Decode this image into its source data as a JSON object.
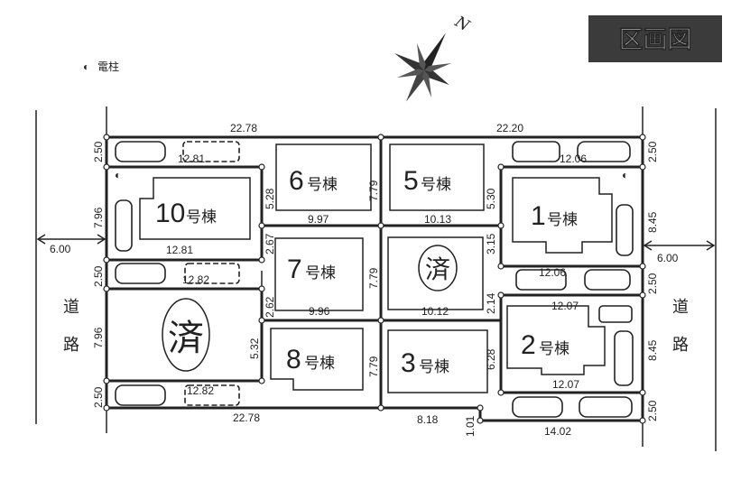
{
  "title": "区画図",
  "legend": {
    "symbol": "◐",
    "label": "電柱"
  },
  "compass": {
    "label": "N"
  },
  "road": {
    "left": [
      "道",
      "路"
    ],
    "right": [
      "道",
      "路"
    ]
  },
  "buildings": {
    "b1": {
      "num": "1",
      "suffix": "号棟"
    },
    "b2": {
      "num": "2",
      "suffix": "号棟"
    },
    "b3": {
      "num": "3",
      "suffix": "号棟"
    },
    "b5": {
      "num": "5",
      "suffix": "号棟"
    },
    "b6": {
      "num": "6",
      "suffix": "号棟"
    },
    "b7": {
      "num": "7",
      "suffix": "号棟"
    },
    "b8": {
      "num": "8",
      "suffix": "号棟"
    },
    "b10": {
      "num": "10",
      "suffix": "号棟"
    }
  },
  "sold_mark": "済",
  "dims": [
    "22.78",
    "22.20",
    "2.50",
    "12.81",
    "12.06",
    "2.50",
    "7.79",
    "5.28",
    "5.30",
    "7.96",
    "8.45",
    "9.97",
    "10.13",
    "12.81",
    "6.00",
    "6.00",
    "2.67",
    "3.15",
    "2.50",
    "12.82",
    "7.79",
    "12.06",
    "2.50",
    "2.62",
    "9.96",
    "10.12",
    "2.14",
    "12.07",
    "7.96",
    "5.32",
    "7.79",
    "6.28",
    "8.45",
    "12.07",
    "2.50",
    "12.82",
    "2.50",
    "22.78",
    "8.18",
    "1.01",
    "14.02"
  ]
}
